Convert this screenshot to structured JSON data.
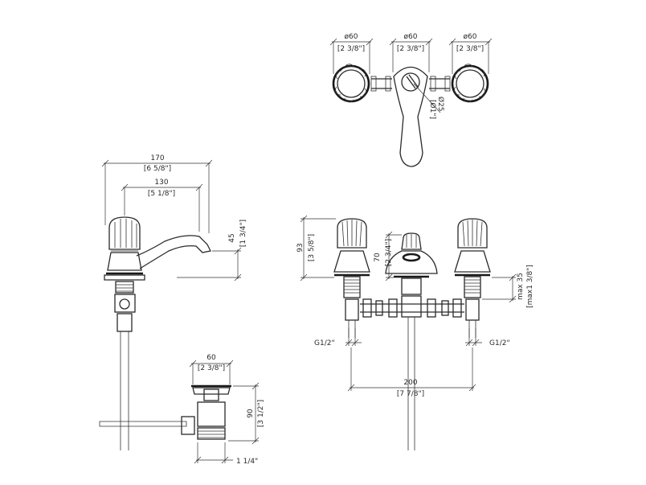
{
  "dimensions": {
    "top_left_dia": "ø60",
    "top_left_dia_in": "[2 3/8\"]",
    "top_mid_dia": "ø60",
    "top_mid_dia_in": "[2 3/8\"]",
    "top_right_dia": "ø60",
    "top_right_dia_in": "[2 3/8\"]",
    "hole_dia": "Ø25",
    "hole_dia_in": "[Ø1\"]",
    "spout_length": "170",
    "spout_length_in": "[6 5/8\"]",
    "spout_reach": "130",
    "spout_reach_in": "[5 1/8\"]",
    "spout_height": "45",
    "spout_height_in": "[1 3/4\"]",
    "handle_height": "93",
    "handle_height_in": "[3 5/8\"]",
    "spout_front_height": "70",
    "spout_front_height_in": "[2 3/4\"]",
    "max_deck": "max 35",
    "max_deck_in": "[max1 3/8\"]",
    "inlet_left": "G1/2\"",
    "inlet_right": "G1/2\"",
    "centers": "200",
    "centers_in": "[7 7/8\"]",
    "drain_dia": "60",
    "drain_dia_in": "[2 3/8\"]",
    "drain_height": "90",
    "drain_height_in": "[3 1/2\"]",
    "drain_thread": "1 1/4\""
  }
}
